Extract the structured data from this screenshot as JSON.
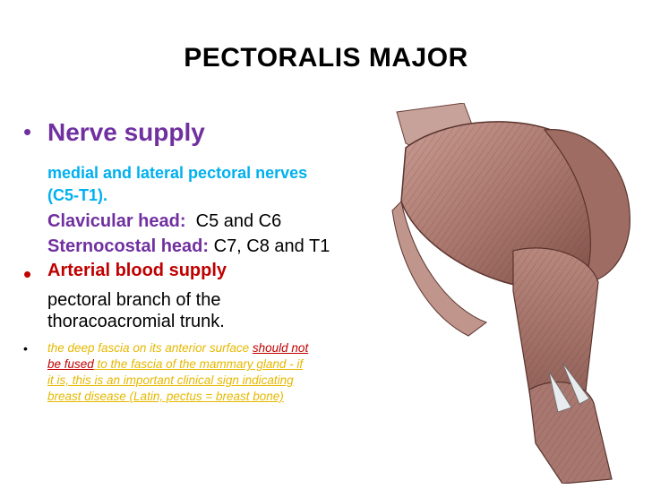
{
  "title": "PECTORALIS MAJOR",
  "nerve": {
    "bullet": "•",
    "heading": "Nerve supply",
    "line1": "medial and lateral pectoral nerves",
    "line2": "(C5-T1).",
    "clavicular_label": "Clavicular head",
    "clavicular_colon": ":",
    "clavicular_value": "  C5 and C6",
    "sternocostal_label": "Sternocostal head",
    "sternocostal_colon": ":",
    "sternocostal_value": " C7, C8 and T1"
  },
  "arterial": {
    "bullet": "•",
    "heading": "Arterial blood supply",
    "line1": "pectoral branch of the",
    "line2": "thoracoacromial trunk."
  },
  "fascia": {
    "bullet": "•",
    "l1_a": "the deep fascia on its anterior surface ",
    "l1_b": "should not",
    "l2_a": "be fused",
    "l2_b": " to the fascia of the mammary gland - if",
    "l3": "it is, this is an important clinical sign indicating",
    "l4": "breast disease (Latin, pectus = breast bone)"
  },
  "colors": {
    "purple": "#7030a0",
    "cyan": "#00b0f0",
    "red": "#c00000",
    "yellow": "#e6b800",
    "muscle": "#b5827a"
  }
}
